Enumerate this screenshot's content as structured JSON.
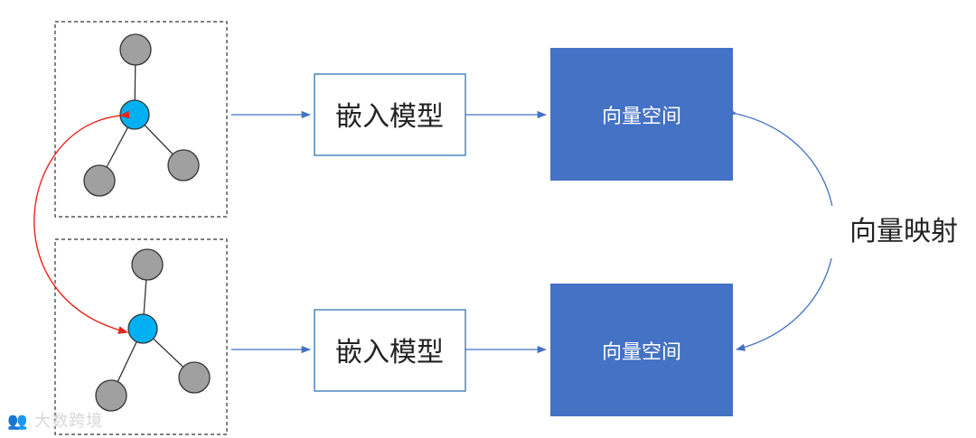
{
  "graphs": {
    "top_box_label": "",
    "bottom_box_label": ""
  },
  "embedding": {
    "top": "嵌入模型",
    "bottom": "嵌入模型"
  },
  "vector_space": {
    "top": "向量空间",
    "bottom": "向量空间"
  },
  "mapping_label": "向量映射",
  "watermark": "大数跨境",
  "colors": {
    "node_center": "#00b0f0",
    "node_leaf": "#a0a0a0",
    "vector_box": "#4472c4",
    "arrow_blue": "#4472c4",
    "arrow_red": "#e8251a"
  }
}
